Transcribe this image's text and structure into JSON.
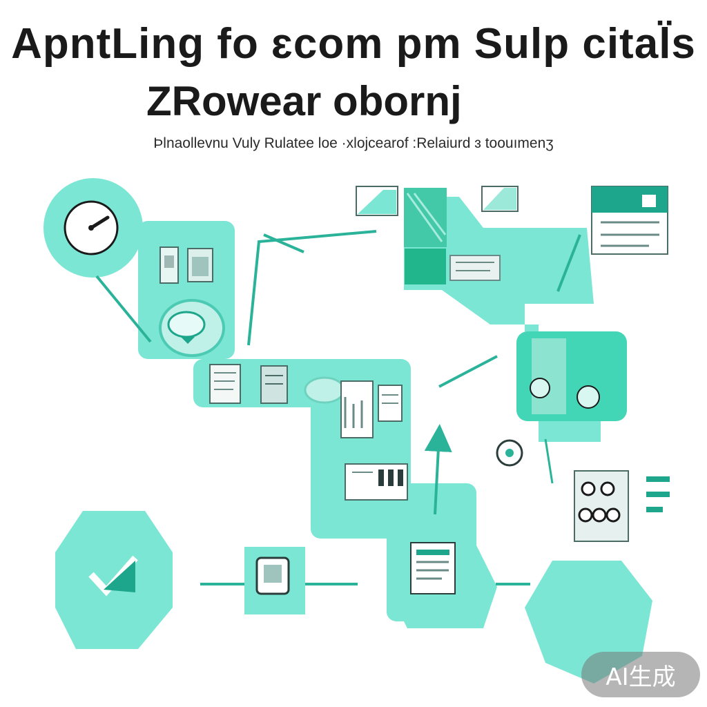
{
  "header": {
    "title_line1": "ApntLing fo ɛcom pm Sulp cital̈s",
    "title_line2": "ZRowear obornj",
    "subtitle": "Ϸlnaollevnu Vuly  Rulatee loe ·xlojcearof :Relaiurd ɜ toouımenʒ"
  },
  "watermark": {
    "label": "AI生成"
  },
  "colors": {
    "teal": "#7be6d4",
    "dark_teal": "#1ea68c",
    "deep_teal": "#138a73",
    "ink": "#1a1a1a",
    "line": "#2bb39a"
  }
}
